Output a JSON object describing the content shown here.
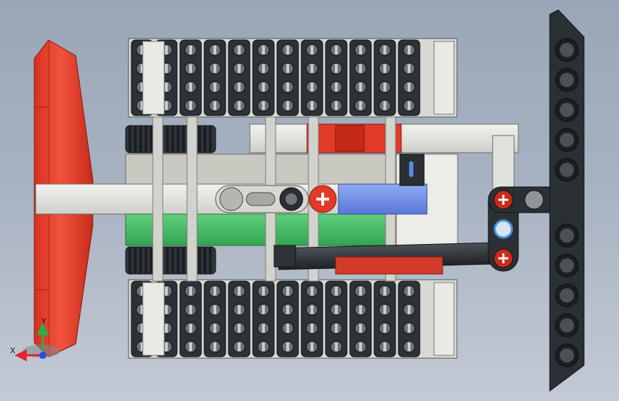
{
  "viewport": {
    "background_top": "#9aa6b7",
    "background_bottom": "#c3cad4"
  },
  "triad": {
    "x_label": "X",
    "y_label": "Y",
    "x_color": "#e0262b",
    "y_color": "#24b34a",
    "z_color": "#2a4fd6"
  },
  "model": {
    "colors": {
      "red": "#e6402d",
      "light_gray": "#d9d9d4",
      "dark_gray": "#3f4a52",
      "green": "#4cbf6a",
      "blue": "#6f8fe6",
      "black": "#202326"
    },
    "track_links": 12
  }
}
